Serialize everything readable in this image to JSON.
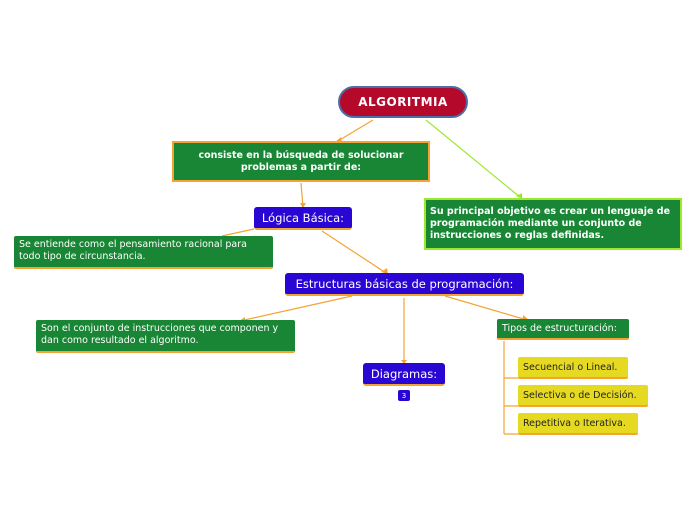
{
  "colors": {
    "root_fill": "#b5092c",
    "root_border": "#4b6ea8",
    "green": "#188634",
    "blue": "#2a06d4",
    "yellow": "#e6d921",
    "orange_connector": "#f3a433",
    "lime_connector": "#9be82c"
  },
  "root": {
    "label": "ALGORITMIA"
  },
  "consiste": {
    "text": "consiste en la búsqueda de solucionar problemas a partir de:"
  },
  "objetivo": {
    "text": "Su principal objetivo es crear un lenguaje de programación mediante un conjunto de instrucciones o reglas definidas."
  },
  "logica": {
    "label": "Lógica Básica:"
  },
  "entiende": {
    "text": "Se entiende como el pensamiento racional para todo tipo de circunstancia."
  },
  "estructuras": {
    "label": "Estructuras básicas de programación:"
  },
  "conjunto": {
    "text": "Son el conjunto de instrucciones que componen y dan como resultado el algoritmo."
  },
  "diagramas": {
    "label": "Diagramas:",
    "badge": "3"
  },
  "tipos": {
    "label": "Tipos de estructuración:",
    "items": [
      "Secuencial o Lineal.",
      "Selectiva o de Decisión.",
      "Repetitiva o Iterativa."
    ]
  }
}
